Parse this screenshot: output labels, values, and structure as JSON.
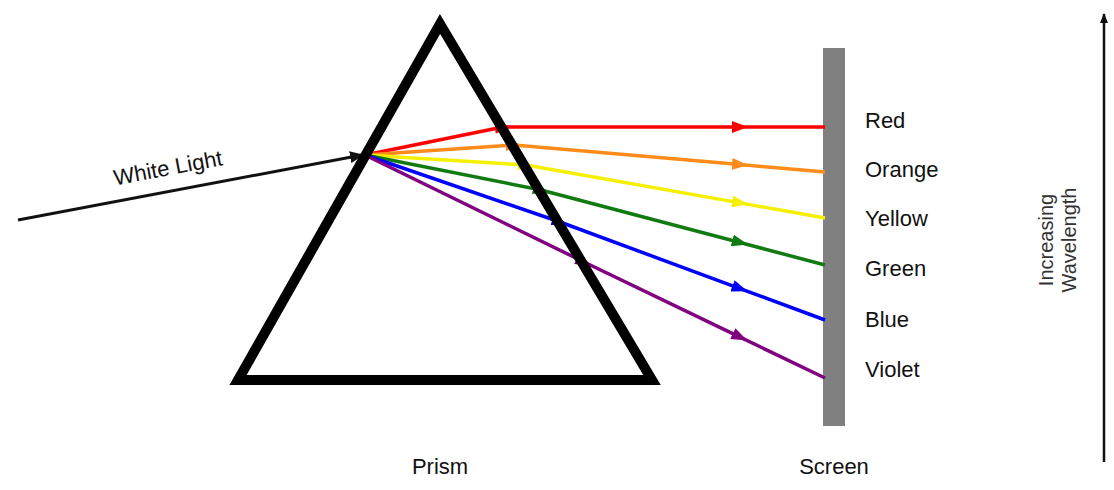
{
  "diagram": {
    "labels": [
      "White Light",
      "Red",
      "Orange",
      "Yellow",
      "Green",
      "Blue",
      "Violet",
      "Prism",
      "Screen",
      "Increasing Wavelength"
    ]
  }
}
